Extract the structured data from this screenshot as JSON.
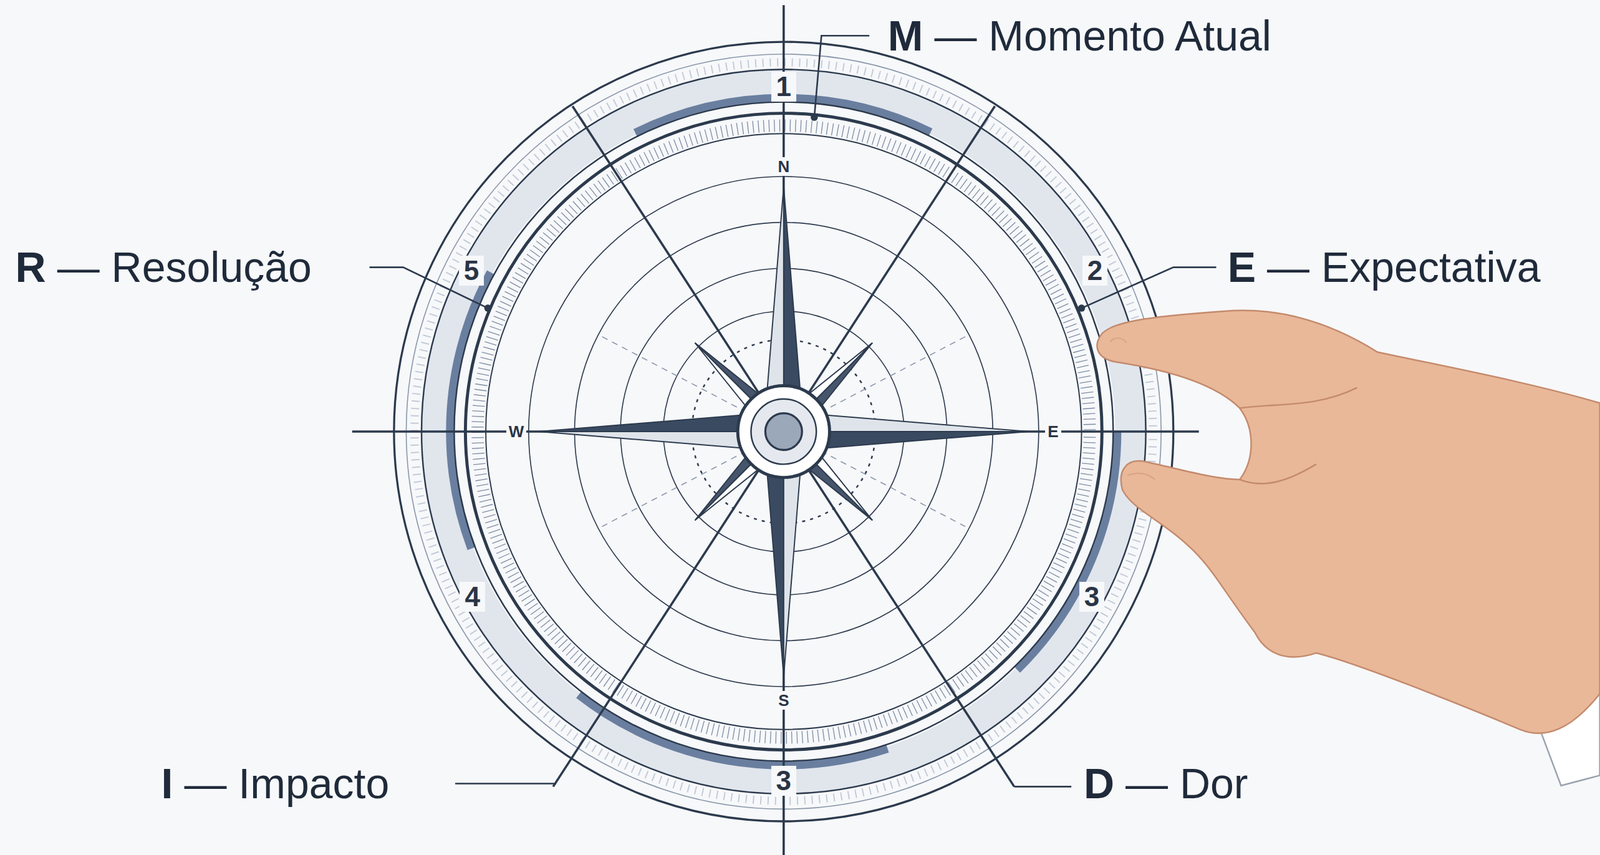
{
  "diagram": {
    "labels": [
      "M",
      "— Momento Atual",
      "R",
      "— Resolução",
      "E",
      "— Expectativa",
      "1",
      "N",
      "5",
      "2",
      "W",
      "E",
      "4",
      "3",
      "S",
      "3",
      "I",
      "— Impacto",
      "D",
      "— Dor"
    ]
  }
}
